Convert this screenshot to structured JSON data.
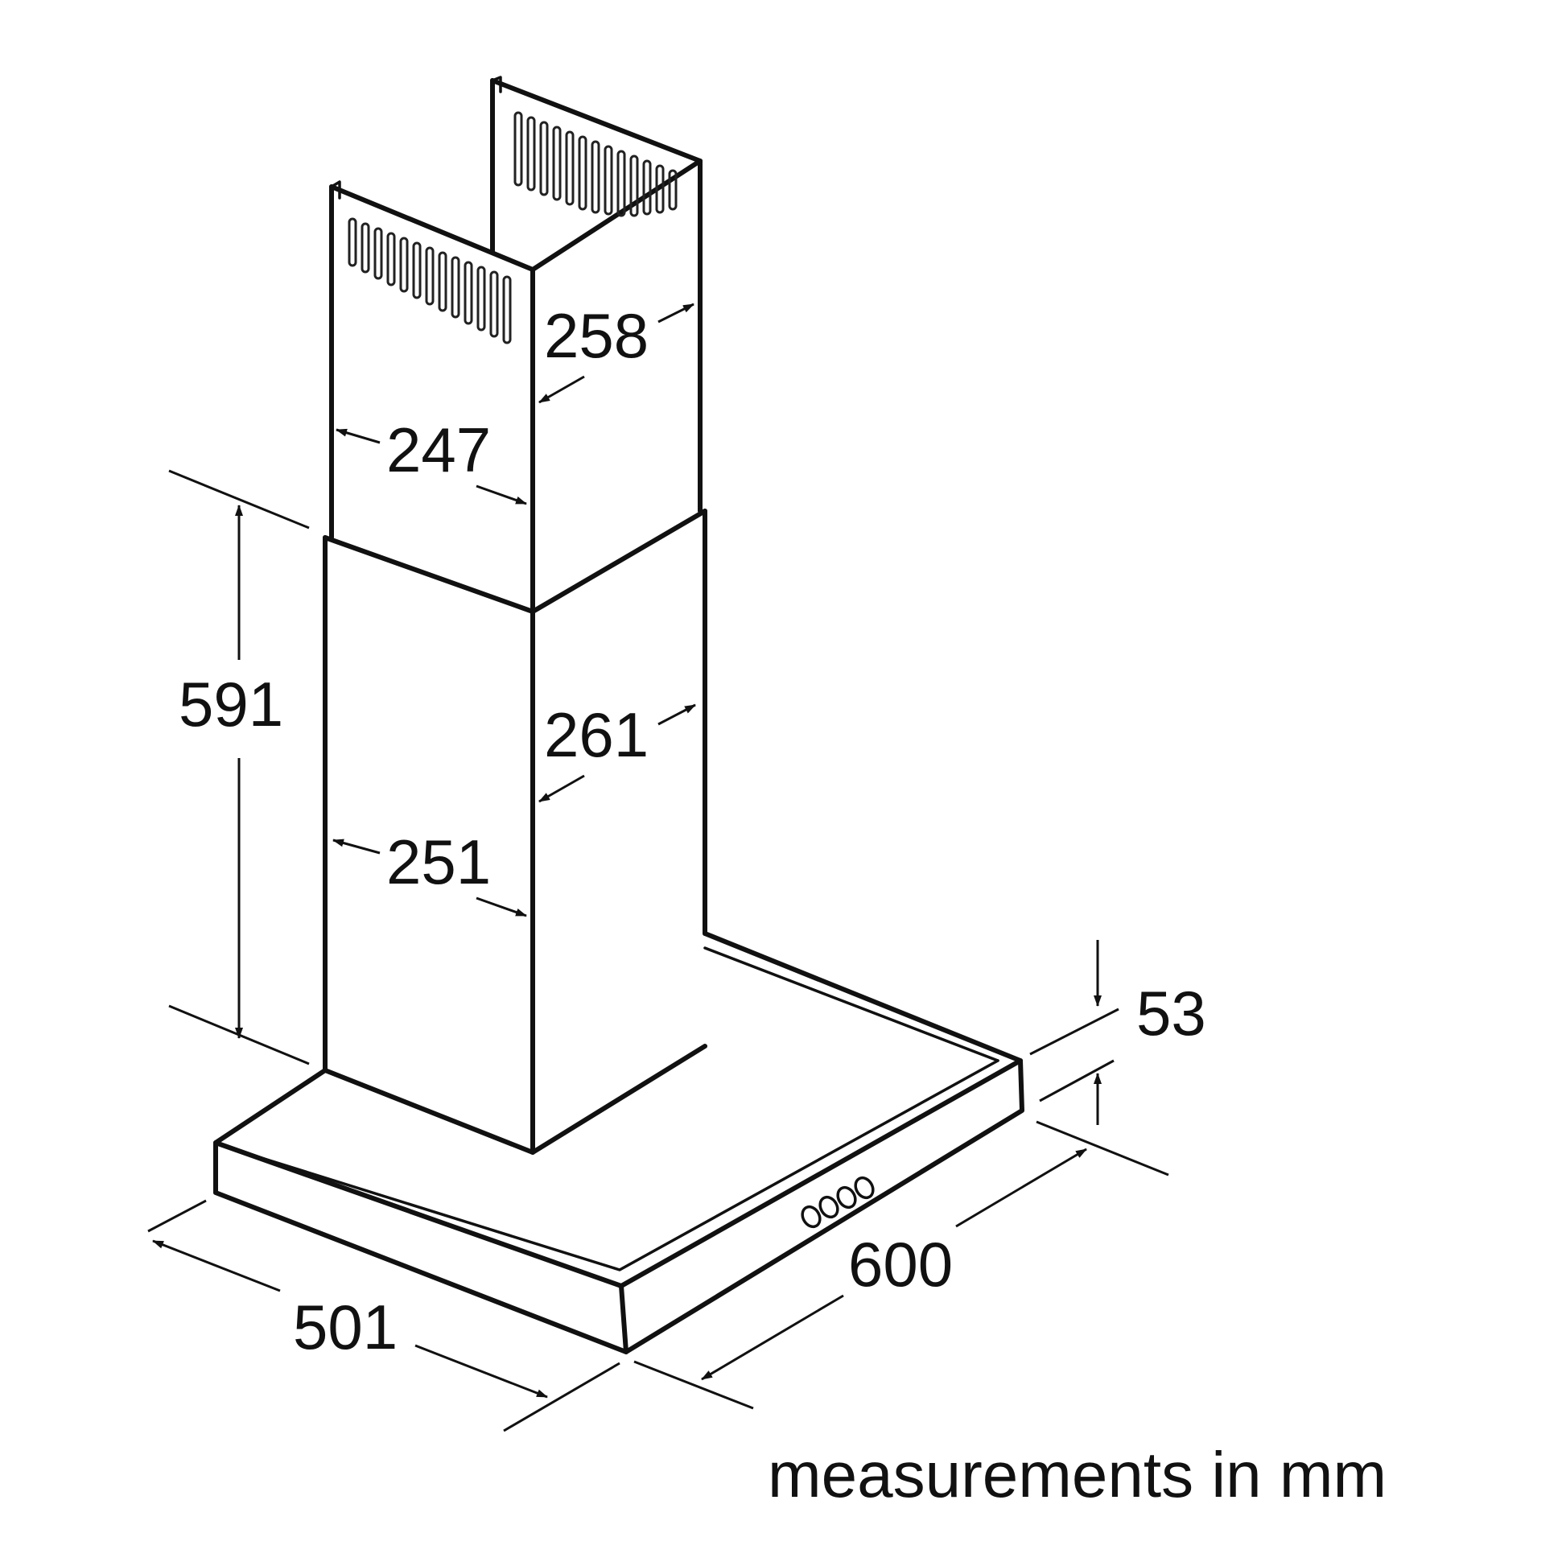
{
  "dimensions": {
    "inner_chimney_depth": "258",
    "inner_chimney_width": "247",
    "outer_chimney_depth": "261",
    "outer_chimney_width": "251",
    "outer_chimney_height": "591",
    "canopy_height": "53",
    "canopy_width": "600",
    "canopy_depth": "501"
  },
  "caption": "measurements in mm",
  "colors": {
    "line": "#111111",
    "background": "#ffffff"
  }
}
